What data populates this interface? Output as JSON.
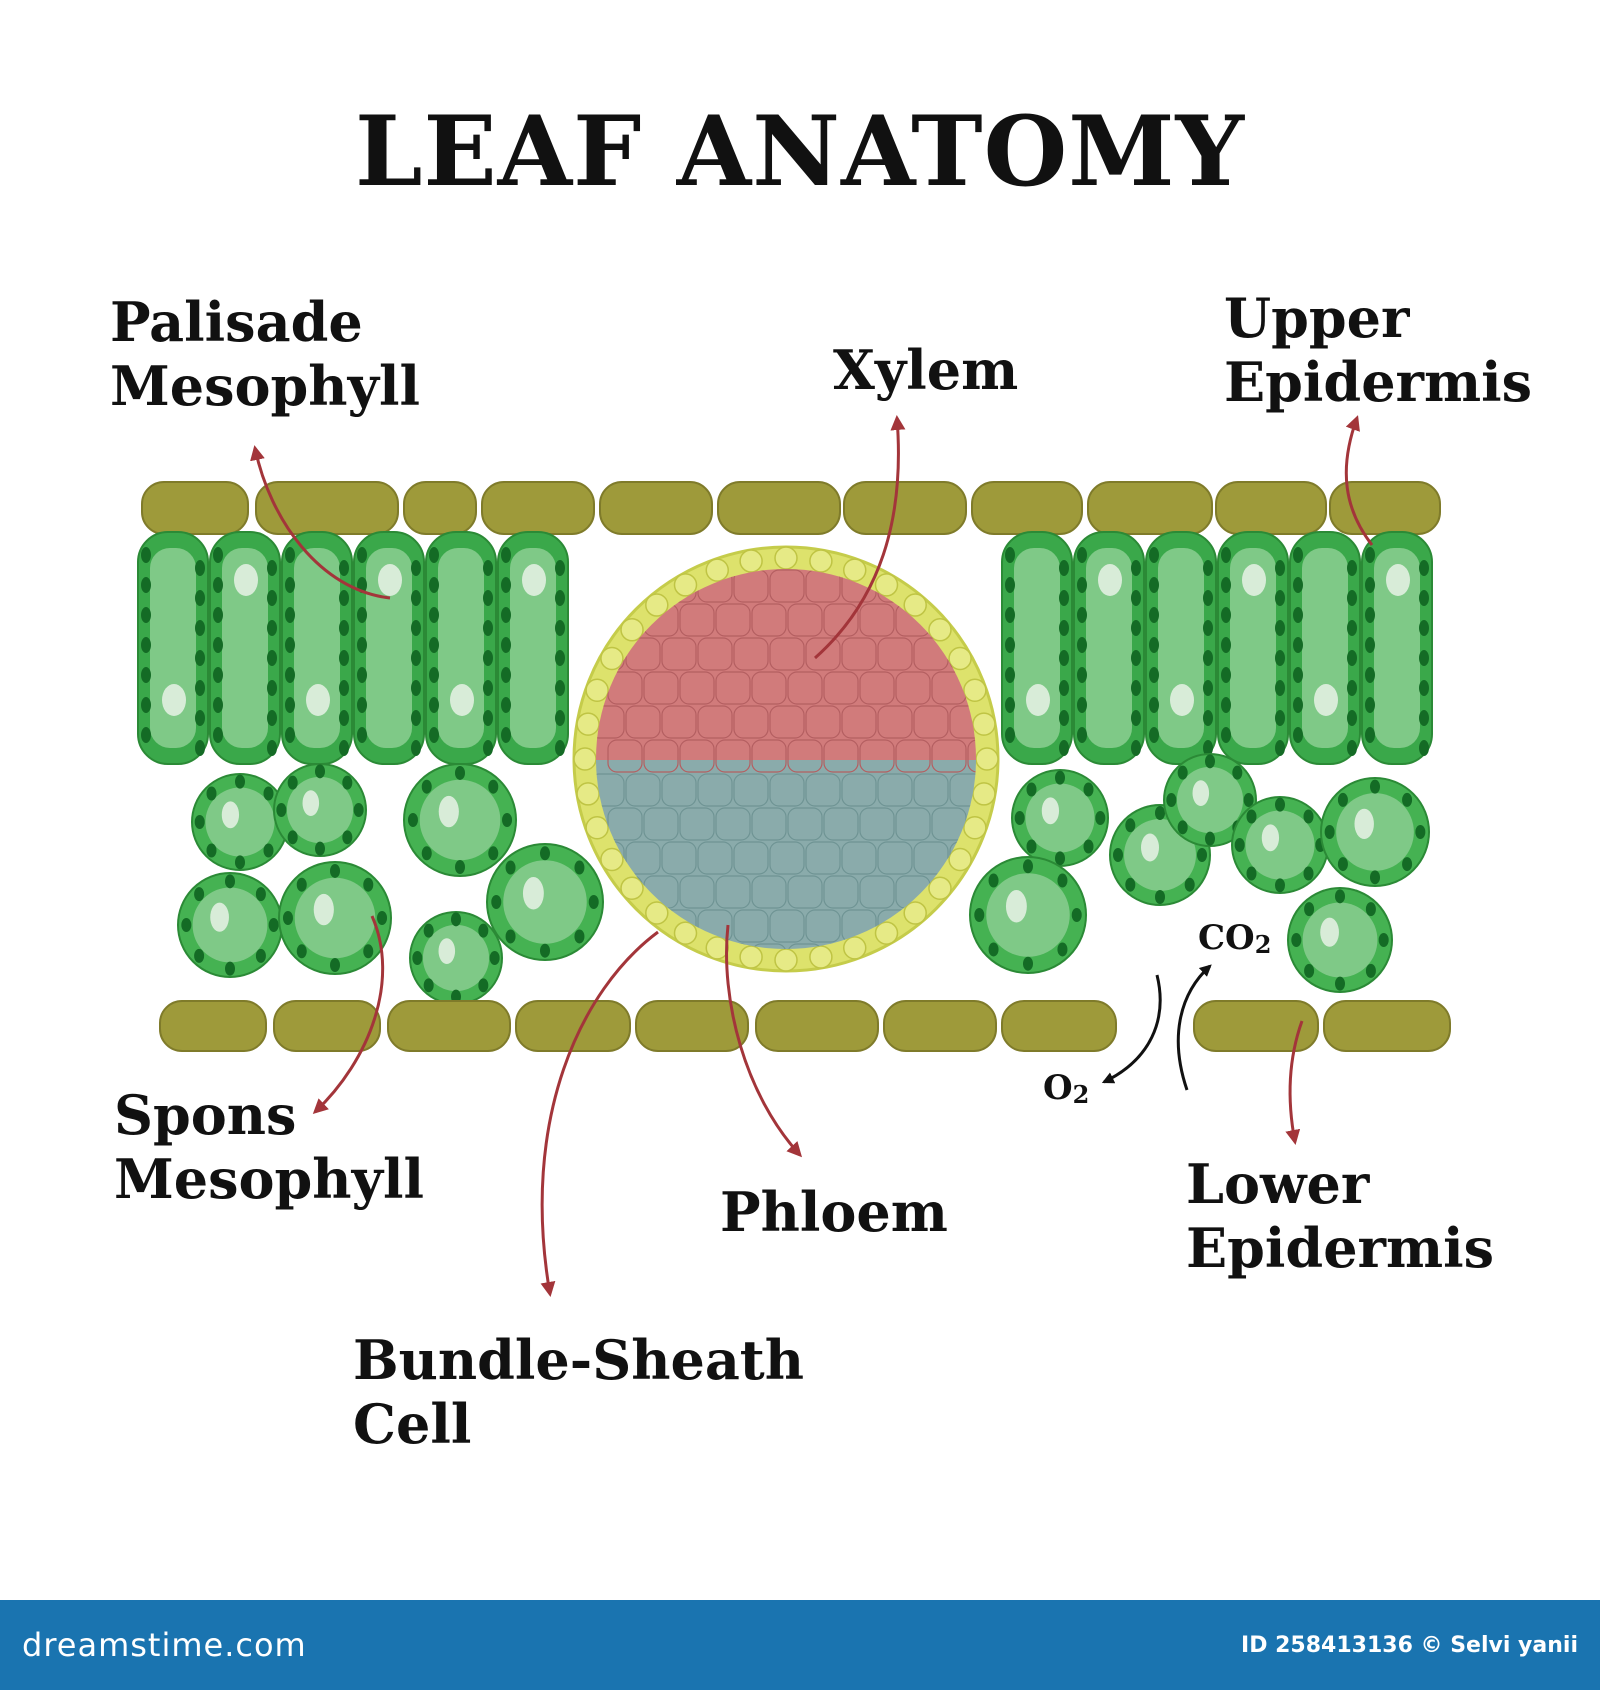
{
  "title": "LEAF ANATOMY",
  "labels": {
    "palisade_mesophyll": [
      "Palisade",
      "Mesophyll"
    ],
    "xylem": "Xylem",
    "upper_epidermis": [
      "Upper",
      "Epidermis"
    ],
    "spons_mesophyll": [
      "Spons",
      "Mesophyll"
    ],
    "phloem": "Phloem",
    "lower_epidermis": [
      "Lower",
      "Epidermis"
    ],
    "bundle_sheath_cell": [
      "Bundle-Sheath",
      "Cell"
    ]
  },
  "gases": {
    "co2": "CO",
    "co2_sub": "2",
    "o2": "O",
    "o2_sub": "2"
  },
  "colors": {
    "epidermis": "#9e9a3a",
    "palisade_cell": "#3aa84a",
    "palisade_inner": "#7fc987",
    "chloroplast": "#146b25",
    "spongy_cell": "#45b252",
    "xylem": "#d17b7b",
    "phloem": "#8aabab",
    "bundle_sheath": "#dde26c",
    "arrow": "#a3353a",
    "footer_bg": "#1a74b0"
  },
  "footer": {
    "brand": "dreamstime.com",
    "info": "ID 258413136 © Selvi yanii"
  }
}
